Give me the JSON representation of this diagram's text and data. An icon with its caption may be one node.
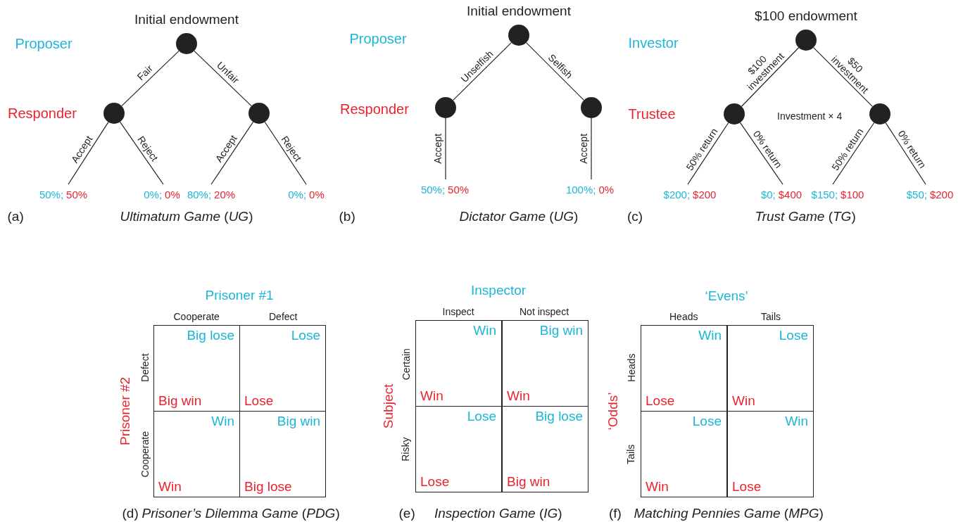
{
  "diagram": {
    "nodes": [
      {
        "text": [
          "Initial endowment"
        ]
      },
      {
        "text": [],
        "shape": "circle"
      },
      {
        "text": [],
        "shape": "circle"
      },
      {
        "text": [
          "50%;",
          "50%"
        ]
      },
      {
        "text": [
          "0%;",
          "0%"
        ]
      },
      {
        "text": [
          "80%;",
          "20%"
        ]
      },
      {
        "text": [
          "0%;",
          "0%"
        ]
      },
      {
        "text": [
          "Initial endowment"
        ]
      },
      {
        "text": [],
        "shape": "circle"
      },
      {
        "text": [],
        "shape": "circle"
      },
      {
        "text": [
          "50%;",
          "50%"
        ]
      },
      {
        "text": [
          "100%;",
          "0%"
        ]
      },
      {
        "text": [
          "$100 endowment"
        ]
      },
      {
        "text": [],
        "shape": "circle"
      },
      {
        "text": [],
        "shape": "circle"
      },
      {
        "text": [
          "$200;",
          "$200"
        ]
      },
      {
        "text": [
          "$0;",
          "$400"
        ]
      },
      {
        "text": [
          "$150;",
          "$100"
        ]
      },
      {
        "text": [
          "$50;",
          "$200"
        ]
      },
      {
        "text": [
          "Big lose",
          "Big win"
        ]
      },
      {
        "text": [
          "Lose",
          "Lose"
        ]
      },
      {
        "text": [
          "Win",
          "Win"
        ]
      },
      {
        "text": [
          "Big win",
          "Big lose"
        ]
      },
      {
        "text": [
          "Win",
          "Win"
        ]
      },
      {
        "text": [
          "Big win",
          "Win"
        ]
      },
      {
        "text": [
          "Lose",
          "Lose"
        ]
      },
      {
        "text": [
          "Big lose",
          "Big win"
        ]
      },
      {
        "text": [
          "Win",
          "Lose"
        ]
      },
      {
        "text": [
          "Lose",
          "Win"
        ]
      },
      {
        "text": [
          "Lose",
          "Win"
        ]
      },
      {
        "text": [
          "Win",
          "Lose"
        ]
      }
    ],
    "edges": [
      {
        "from": 0,
        "to": 1,
        "arrow": "none",
        "label": "Fair"
      },
      {
        "from": 0,
        "to": 2,
        "arrow": "none",
        "label": "Unfair"
      },
      {
        "from": 1,
        "to": 3,
        "arrow": "none",
        "label": "Accept"
      },
      {
        "from": 1,
        "to": 4,
        "arrow": "none",
        "label": "Reject"
      },
      {
        "from": 2,
        "to": 5,
        "arrow": "none",
        "label": "Accept"
      },
      {
        "from": 2,
        "to": 6,
        "arrow": "none",
        "label": "Reject"
      },
      {
        "from": 7,
        "to": 8,
        "arrow": "none",
        "label": "Unselfish"
      },
      {
        "from": 7,
        "to": 9,
        "arrow": "none",
        "label": "Selfish"
      },
      {
        "from": 8,
        "to": 10,
        "arrow": "none",
        "label": "Accept"
      },
      {
        "from": 9,
        "to": 11,
        "arrow": "none",
        "label": "Accept"
      },
      {
        "from": 12,
        "to": 13,
        "arrow": "none",
        "label": "$100 investment"
      },
      {
        "from": 12,
        "to": 14,
        "arrow": "none",
        "label": "$50 investment"
      },
      {
        "from": 13,
        "to": 15,
        "arrow": "none",
        "label": "50% return"
      },
      {
        "from": 13,
        "to": 16,
        "arrow": "none",
        "label": "0% return"
      },
      {
        "from": 14,
        "to": 17,
        "arrow": "none",
        "label": "50% return"
      },
      {
        "from": 14,
        "to": 18,
        "arrow": "none",
        "label": "0% return"
      }
    ],
    "labels": [
      "Proposer",
      "Responder",
      "(a)",
      "*Ultimatum Game* (*UG*)",
      "Proposer",
      "Responder",
      "(b)",
      "*Dictator Game* (*UG*)",
      "Investor",
      "Trustee",
      "Investment × 4",
      "(c)",
      "*Trust Game* (*TG*)",
      "Prisoner #1",
      "Cooperate",
      "Defect",
      "Prisoner #2",
      "Defect",
      "Cooperate",
      "(d)",
      "*Prisoner’s Dilemma Game* (*PDG*)",
      "Inspector",
      "Inspect",
      "Not inspect",
      "Subject",
      "Certain",
      "Risky",
      "(e)",
      "*Inspection Game* (*IG*)",
      "‘Evens’",
      "Heads",
      "Tails",
      "‘Odds’",
      "Heads",
      "Tails",
      "(f)",
      "*Matching Pennies Game* (*MPG*)"
    ]
  }
}
